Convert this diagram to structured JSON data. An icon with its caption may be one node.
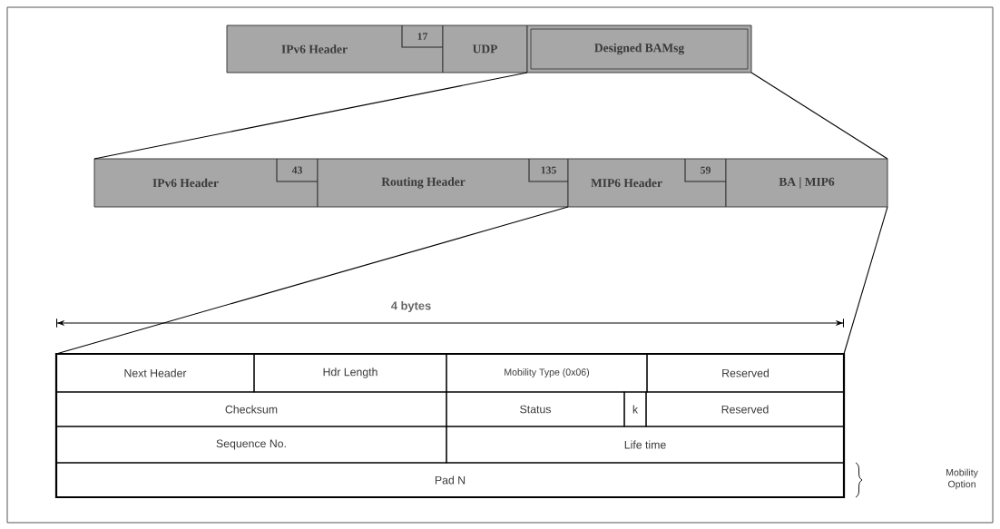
{
  "diagram": {
    "nodes": [
      {
        "text": [
          "IPv6 Header"
        ]
      },
      {
        "text": [
          "17"
        ],
        "in": 0
      },
      {
        "text": [
          "UDP"
        ]
      },
      {
        "text": [
          "Designed BAMsg"
        ]
      },
      {
        "text": [
          "IPv6 Header"
        ]
      },
      {
        "text": [
          "43"
        ],
        "in": 4
      },
      {
        "text": [
          "Routing Header"
        ]
      },
      {
        "text": [
          "135"
        ],
        "in": 6
      },
      {
        "text": [
          "MIP6 Header"
        ]
      },
      {
        "text": [
          "59"
        ],
        "in": 8
      },
      {
        "text": [
          "BA | MIP6"
        ]
      },
      {
        "text": [],
        "shape": "box"
      },
      {
        "text": [
          "Next Header"
        ],
        "in": 11
      },
      {
        "text": [
          "Hdr Length"
        ],
        "in": 11
      },
      {
        "text": [
          "Mobility Type (0x06)"
        ],
        "in": 11
      },
      {
        "text": [
          "Reserved"
        ],
        "in": 11
      },
      {
        "text": [
          "Checksum"
        ],
        "in": 11
      },
      {
        "text": [
          "Status"
        ],
        "in": 11
      },
      {
        "text": [
          "k"
        ],
        "in": 11
      },
      {
        "text": [
          "Reserved"
        ],
        "in": 11
      },
      {
        "text": [
          "Sequence No."
        ],
        "in": 11
      },
      {
        "text": [
          "Life time"
        ],
        "in": 11
      },
      {
        "text": [
          "Pad N"
        ],
        "in": 11
      }
    ],
    "edges": [
      {
        "from": 3,
        "to": 4,
        "arrow": "none"
      },
      {
        "from": 3,
        "to": 10,
        "arrow": "none"
      },
      {
        "from": 8,
        "to": 11,
        "arrow": "none"
      },
      {
        "from": 10,
        "to": 11,
        "arrow": "none"
      }
    ],
    "labels": [
      "4 bytes",
      "Mobility Option"
    ]
  }
}
